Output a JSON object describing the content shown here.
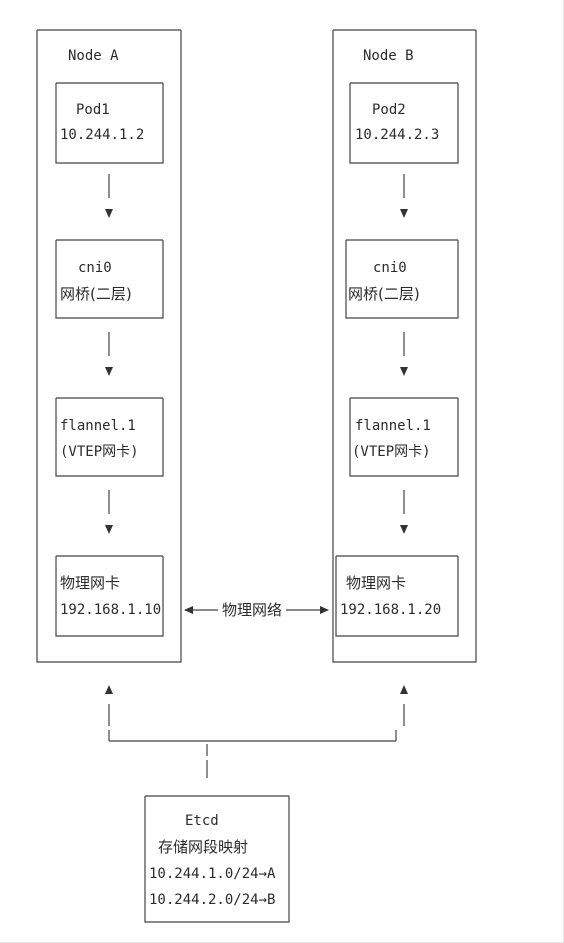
{
  "node_a": {
    "title": "Node A",
    "pod": {
      "name": "Pod1",
      "ip": "10.244.1.2"
    },
    "bridge": {
      "name": "cni0",
      "desc": "网桥(二层)"
    },
    "vtep": {
      "name": "flannel.1",
      "desc": "(VTEP网卡)"
    },
    "nic": {
      "name": "物理网卡",
      "ip": "192.168.1.10"
    }
  },
  "node_b": {
    "title": "Node B",
    "pod": {
      "name": "Pod2",
      "ip": "10.244.2.3"
    },
    "bridge": {
      "name": "cni0",
      "desc": "网桥(二层)"
    },
    "vtep": {
      "name": "flannel.1",
      "desc": "(VTEP网卡)"
    },
    "nic": {
      "name": "物理网卡",
      "ip": "192.168.1.20"
    }
  },
  "link": {
    "label": "物理网络"
  },
  "etcd": {
    "title": "Etcd",
    "desc": "存储网段映射",
    "route_a": "10.244.1.0/24→A",
    "route_b": "10.244.2.0/24→B"
  },
  "colors": {
    "background": "#ffffff",
    "line": "#444444",
    "text": "#2b2b2b"
  }
}
